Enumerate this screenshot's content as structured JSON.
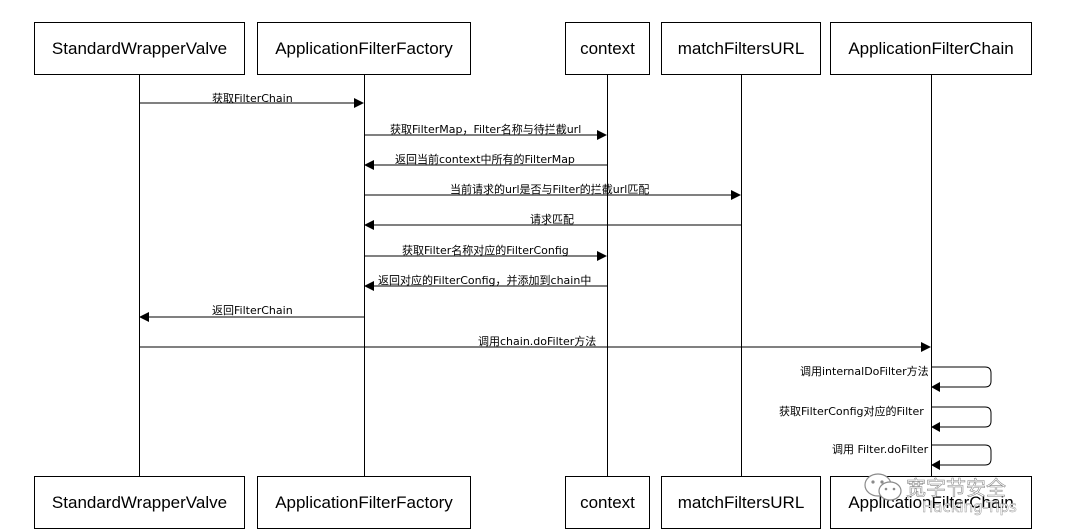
{
  "participants": [
    {
      "id": "swv",
      "label": "StandardWrapperValve"
    },
    {
      "id": "aff",
      "label": "ApplicationFilterFactory"
    },
    {
      "id": "ctx",
      "label": "context"
    },
    {
      "id": "mfu",
      "label": "matchFiltersURL"
    },
    {
      "id": "afc",
      "label": "ApplicationFilterChain"
    }
  ],
  "messages": [
    {
      "from": "swv",
      "to": "aff",
      "label": "获取FilterChain"
    },
    {
      "from": "aff",
      "to": "ctx",
      "label": "获取FilterMap，Filter名称与待拦截url"
    },
    {
      "from": "ctx",
      "to": "aff",
      "label": "返回当前context中所有的FilterMap"
    },
    {
      "from": "aff",
      "to": "mfu",
      "label": "当前请求的url是否与Filter的拦截url匹配"
    },
    {
      "from": "mfu",
      "to": "aff",
      "label": "请求匹配"
    },
    {
      "from": "aff",
      "to": "ctx",
      "label": "获取Filter名称对应的FilterConfig"
    },
    {
      "from": "ctx",
      "to": "aff",
      "label": "返回对应的FilterConfig，并添加到chain中"
    },
    {
      "from": "aff",
      "to": "swv",
      "label": "返回FilterChain"
    },
    {
      "from": "swv",
      "to": "afc",
      "label": "调用chain.doFilter方法"
    },
    {
      "from": "afc",
      "to": "afc",
      "label": "调用internalDoFilter方法"
    },
    {
      "from": "afc",
      "to": "afc",
      "label": "获取FilterConfig对应的Filter"
    },
    {
      "from": "afc",
      "to": "afc",
      "label": "调用 Filter.doFilter"
    }
  ],
  "watermark": {
    "text": "宽字节安全",
    "sub": "Hacking-Tips"
  },
  "colors": {
    "line": "#000000",
    "box_border": "#000000",
    "background": "#ffffff"
  }
}
